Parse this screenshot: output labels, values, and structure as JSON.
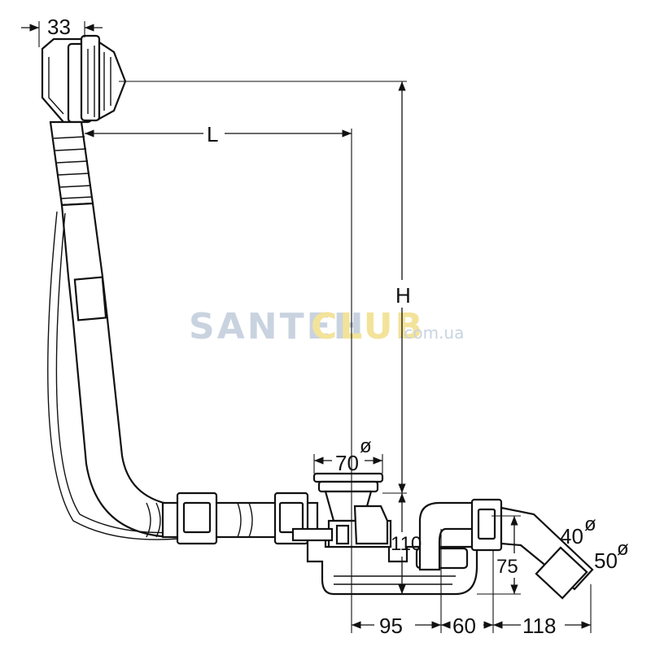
{
  "watermark": {
    "brand_a": "SANTEH",
    "brand_b": "CLUB",
    "domain": ".com.ua",
    "color_a": "#c9d3e0",
    "color_b": "#f3e39a",
    "color_domain": "#c9d3e0"
  },
  "dimensions": {
    "overflow_width": "33",
    "length": "L",
    "height": "H",
    "drain_diameter": "70",
    "drain_height": "110",
    "outlet_height": "75",
    "spacing_a": "95",
    "spacing_b": "60",
    "spacing_c": "118",
    "outlet_diameter_1": "40",
    "outlet_diameter_2": "50",
    "diameter_symbol": "ø"
  }
}
